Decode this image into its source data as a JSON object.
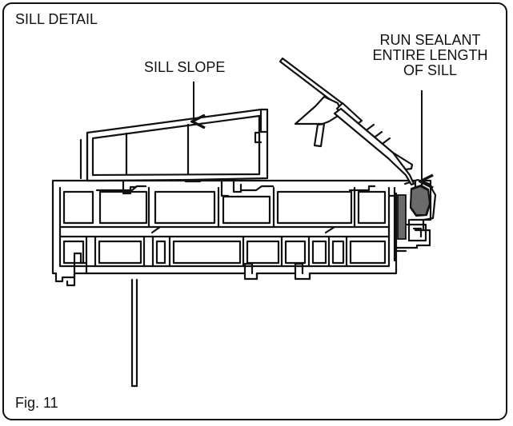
{
  "labels": {
    "title": "SILL DETAIL",
    "sill_slope": "SILL SLOPE",
    "sealant": [
      "RUN SEALANT",
      "ENTIRE LENGTH",
      "OF SILL"
    ],
    "figure": "Fig. 11"
  },
  "colors": {
    "line": "#111111",
    "fill": "#ffffff",
    "sealant": "#6b6b6b"
  },
  "icons": {
    "sealant_gun": "caulk-gun-icon",
    "arrow": "arrow-down-icon"
  }
}
